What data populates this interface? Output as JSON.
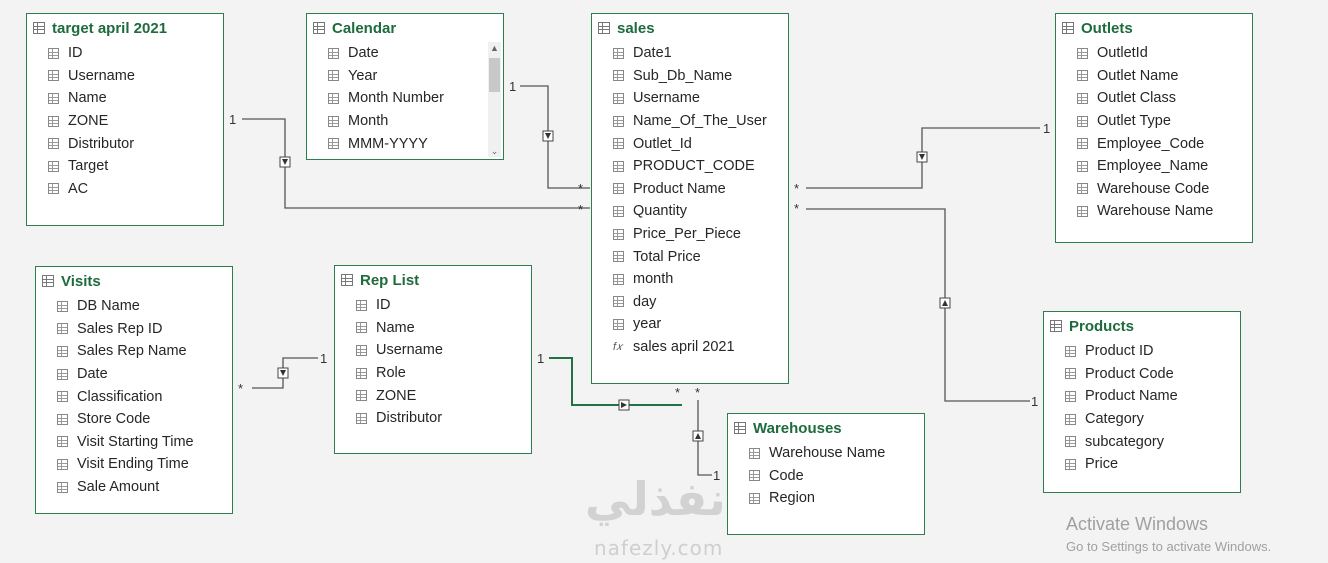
{
  "tables": {
    "target": {
      "name": "target april 2021",
      "fields": [
        "ID",
        "Username",
        "Name",
        "ZONE",
        "Distributor",
        "Target",
        "AC"
      ]
    },
    "calendar": {
      "name": "Calendar",
      "fields": [
        "Date",
        "Year",
        "Month Number",
        "Month",
        "MMM-YYYY"
      ]
    },
    "sales": {
      "name": "sales",
      "fields": [
        "Date1",
        "Sub_Db_Name",
        "Username",
        "Name_Of_The_User",
        "Outlet_Id",
        "PRODUCT_CODE",
        "Product Name",
        "Quantity",
        "Price_Per_Piece",
        "Total Price",
        "month",
        "day",
        "year"
      ],
      "measure": "sales april 2021"
    },
    "outlets": {
      "name": "Outlets",
      "fields": [
        "OutletId",
        "Outlet Name",
        "Outlet Class",
        "Outlet Type",
        "Employee_Code",
        "Employee_Name",
        "Warehouse Code",
        "Warehouse Name"
      ]
    },
    "visits": {
      "name": "Visits",
      "fields": [
        "DB Name",
        "Sales Rep ID",
        "Sales Rep Name",
        "Date",
        "Classification",
        "Store Code",
        "Visit Starting Time",
        "Visit Ending Time",
        "Sale Amount"
      ]
    },
    "replist": {
      "name": "Rep List",
      "fields": [
        "ID",
        "Name",
        "Username",
        "Role",
        "ZONE",
        "Distributor"
      ]
    },
    "products": {
      "name": "Products",
      "fields": [
        "Product ID",
        "Product Code",
        "Product Name",
        "Category",
        "subcategory",
        "Price"
      ]
    },
    "warehouses": {
      "name": "Warehouses",
      "fields": [
        "Warehouse Name",
        "Code",
        "Region"
      ]
    }
  },
  "cardinality": {
    "one": "1",
    "many": "*"
  },
  "watermark": {
    "logo": "نفذلي",
    "site": "nafezly.com"
  },
  "activation": {
    "title": "Activate Windows",
    "subtitle": "Go to Settings to activate Windows."
  },
  "colors": {
    "accent": "#1e6b3c",
    "border": "#2e7d4f",
    "line": "#555555",
    "active_line": "#217346"
  }
}
